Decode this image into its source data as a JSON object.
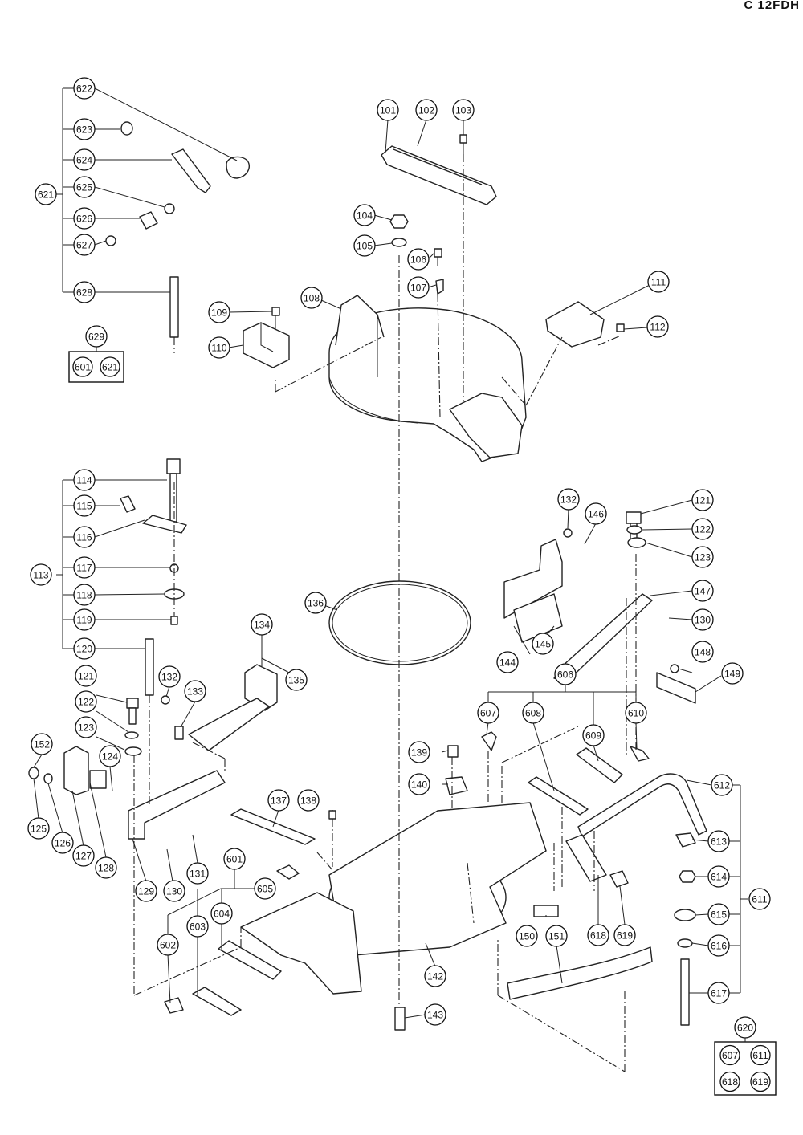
{
  "page_id": "C 12FDH",
  "callouts": [
    "101",
    "102",
    "103",
    "104",
    "105",
    "106",
    "107",
    "108",
    "109",
    "110",
    "111",
    "112",
    "113",
    "114",
    "115",
    "116",
    "117",
    "118",
    "119",
    "120",
    "121",
    "122",
    "123",
    "124",
    "125",
    "126",
    "127",
    "128",
    "129",
    "130",
    "131",
    "132",
    "133",
    "134",
    "135",
    "136",
    "137",
    "138",
    "139",
    "140",
    "142",
    "143",
    "144",
    "145",
    "146",
    "147",
    "148",
    "149",
    "150",
    "151",
    "152",
    "601",
    "602",
    "603",
    "604",
    "605",
    "606",
    "607",
    "608",
    "609",
    "610",
    "611",
    "612",
    "613",
    "614",
    "615",
    "616",
    "617",
    "618",
    "619",
    "620",
    "621",
    "622",
    "623",
    "624",
    "625",
    "626",
    "627",
    "628",
    "629"
  ],
  "kits": [
    {
      "id": "629",
      "contains": [
        "601",
        "621"
      ]
    },
    {
      "id": "620",
      "contains": [
        "607",
        "611",
        "618",
        "619"
      ]
    }
  ]
}
